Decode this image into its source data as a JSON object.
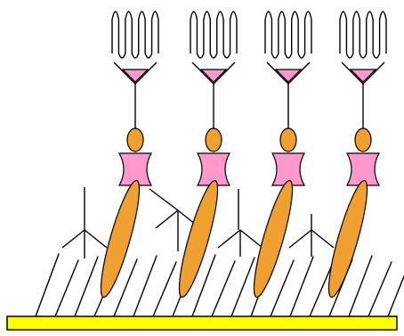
{
  "diagram": {
    "colors": {
      "background": "#ffffff",
      "line": "#000000",
      "substrate": "#ffff00",
      "ellipse": "#f0a030",
      "linker": "#ff99cc"
    },
    "assemblies": [
      {
        "id": "assembly-1"
      },
      {
        "id": "assembly-2"
      },
      {
        "id": "assembly-3"
      },
      {
        "id": "assembly-4"
      }
    ],
    "components": {
      "substrate": "surface",
      "brush": "surface-chains",
      "antibody": "y-shaped-receptor",
      "rod": "elongated-particle",
      "bead": "small-particle",
      "cross": "cross-shaped-linker",
      "triangle": "triangular-tag",
      "coil": "coiled-chain"
    }
  }
}
